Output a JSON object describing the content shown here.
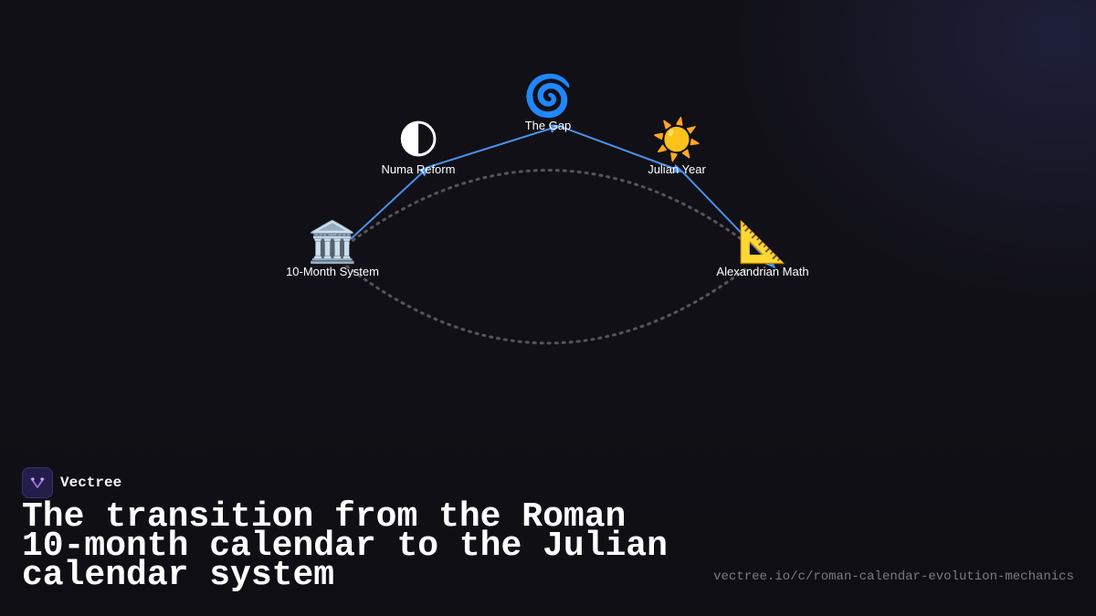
{
  "brand": {
    "name": "Vectree"
  },
  "title": "The transition from the Roman 10-month calendar to the Julian calendar system",
  "url": "vectree.io/c/roman-calendar-evolution-mechanics",
  "colors": {
    "background": "#111016",
    "arrow": "#4a8fe8",
    "dotted_path": "#55555c",
    "brand_logo": "#231d4a",
    "brand_accent": "#a070e8",
    "url_text": "#7a7a84"
  },
  "nodes": [
    {
      "id": "ten-month",
      "label": "10-Month System",
      "icon": "classical-building-icon",
      "glyph": "🏛️"
    },
    {
      "id": "numa",
      "label": "Numa Reform",
      "icon": "moon-icon",
      "glyph": "🌓"
    },
    {
      "id": "gap",
      "label": "The Gap",
      "icon": "cyclone-icon",
      "glyph": "🌀"
    },
    {
      "id": "julian",
      "label": "Julian Year",
      "icon": "sun-icon",
      "glyph": "☀️"
    },
    {
      "id": "alexandrian",
      "label": "Alexandrian Math",
      "icon": "triangular-ruler-icon",
      "glyph": "📐"
    }
  ],
  "edges": [
    {
      "from": "ten-month",
      "to": "numa"
    },
    {
      "from": "numa",
      "to": "gap"
    },
    {
      "from": "gap",
      "to": "julian"
    },
    {
      "from": "julian",
      "to": "alexandrian"
    }
  ]
}
